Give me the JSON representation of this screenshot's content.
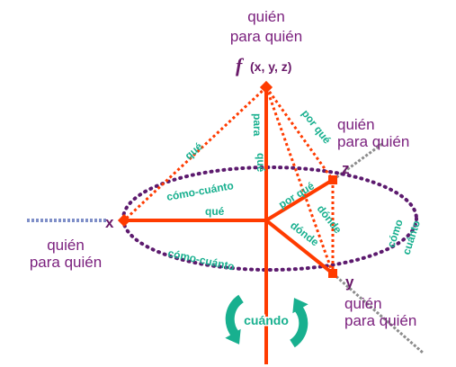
{
  "colors": {
    "axis_red": "#ff3b00",
    "label_purple": "#7a1f7d",
    "relation_teal": "#18b08f",
    "ellipse_purple": "#5c1a6e",
    "axis_gray": "#8c8c8c",
    "axis_blue": "#7f8fc8"
  },
  "top": {
    "line1": "quién",
    "line2": "para quién",
    "function_symbol": "f",
    "function_args": "(x, y, z)"
  },
  "axes": {
    "x": {
      "letter": "x",
      "line1": "quién",
      "line2": "para quién"
    },
    "y": {
      "letter": "y",
      "line1": "quién",
      "line2": "para quién"
    },
    "z": {
      "letter": "z",
      "line1": "quién",
      "line2": "para quién"
    }
  },
  "relations": {
    "que_top_x": "qué",
    "para_que_line1": "para",
    "para_que_line2": "qué",
    "por_que_top": "por qué",
    "por_que_center": "por qué",
    "como_cuanto_upper": "cómo-cuánto",
    "que_center_x": "qué",
    "donde_center": "dónde",
    "donde_zy": "dónde",
    "como_right_1": "cómo",
    "como_right_2": "cuánto",
    "como_cuanto_lower": "cómo-cuánto"
  },
  "cycle": {
    "label": "cuándo",
    "icon": "cycle-arrows-icon"
  }
}
